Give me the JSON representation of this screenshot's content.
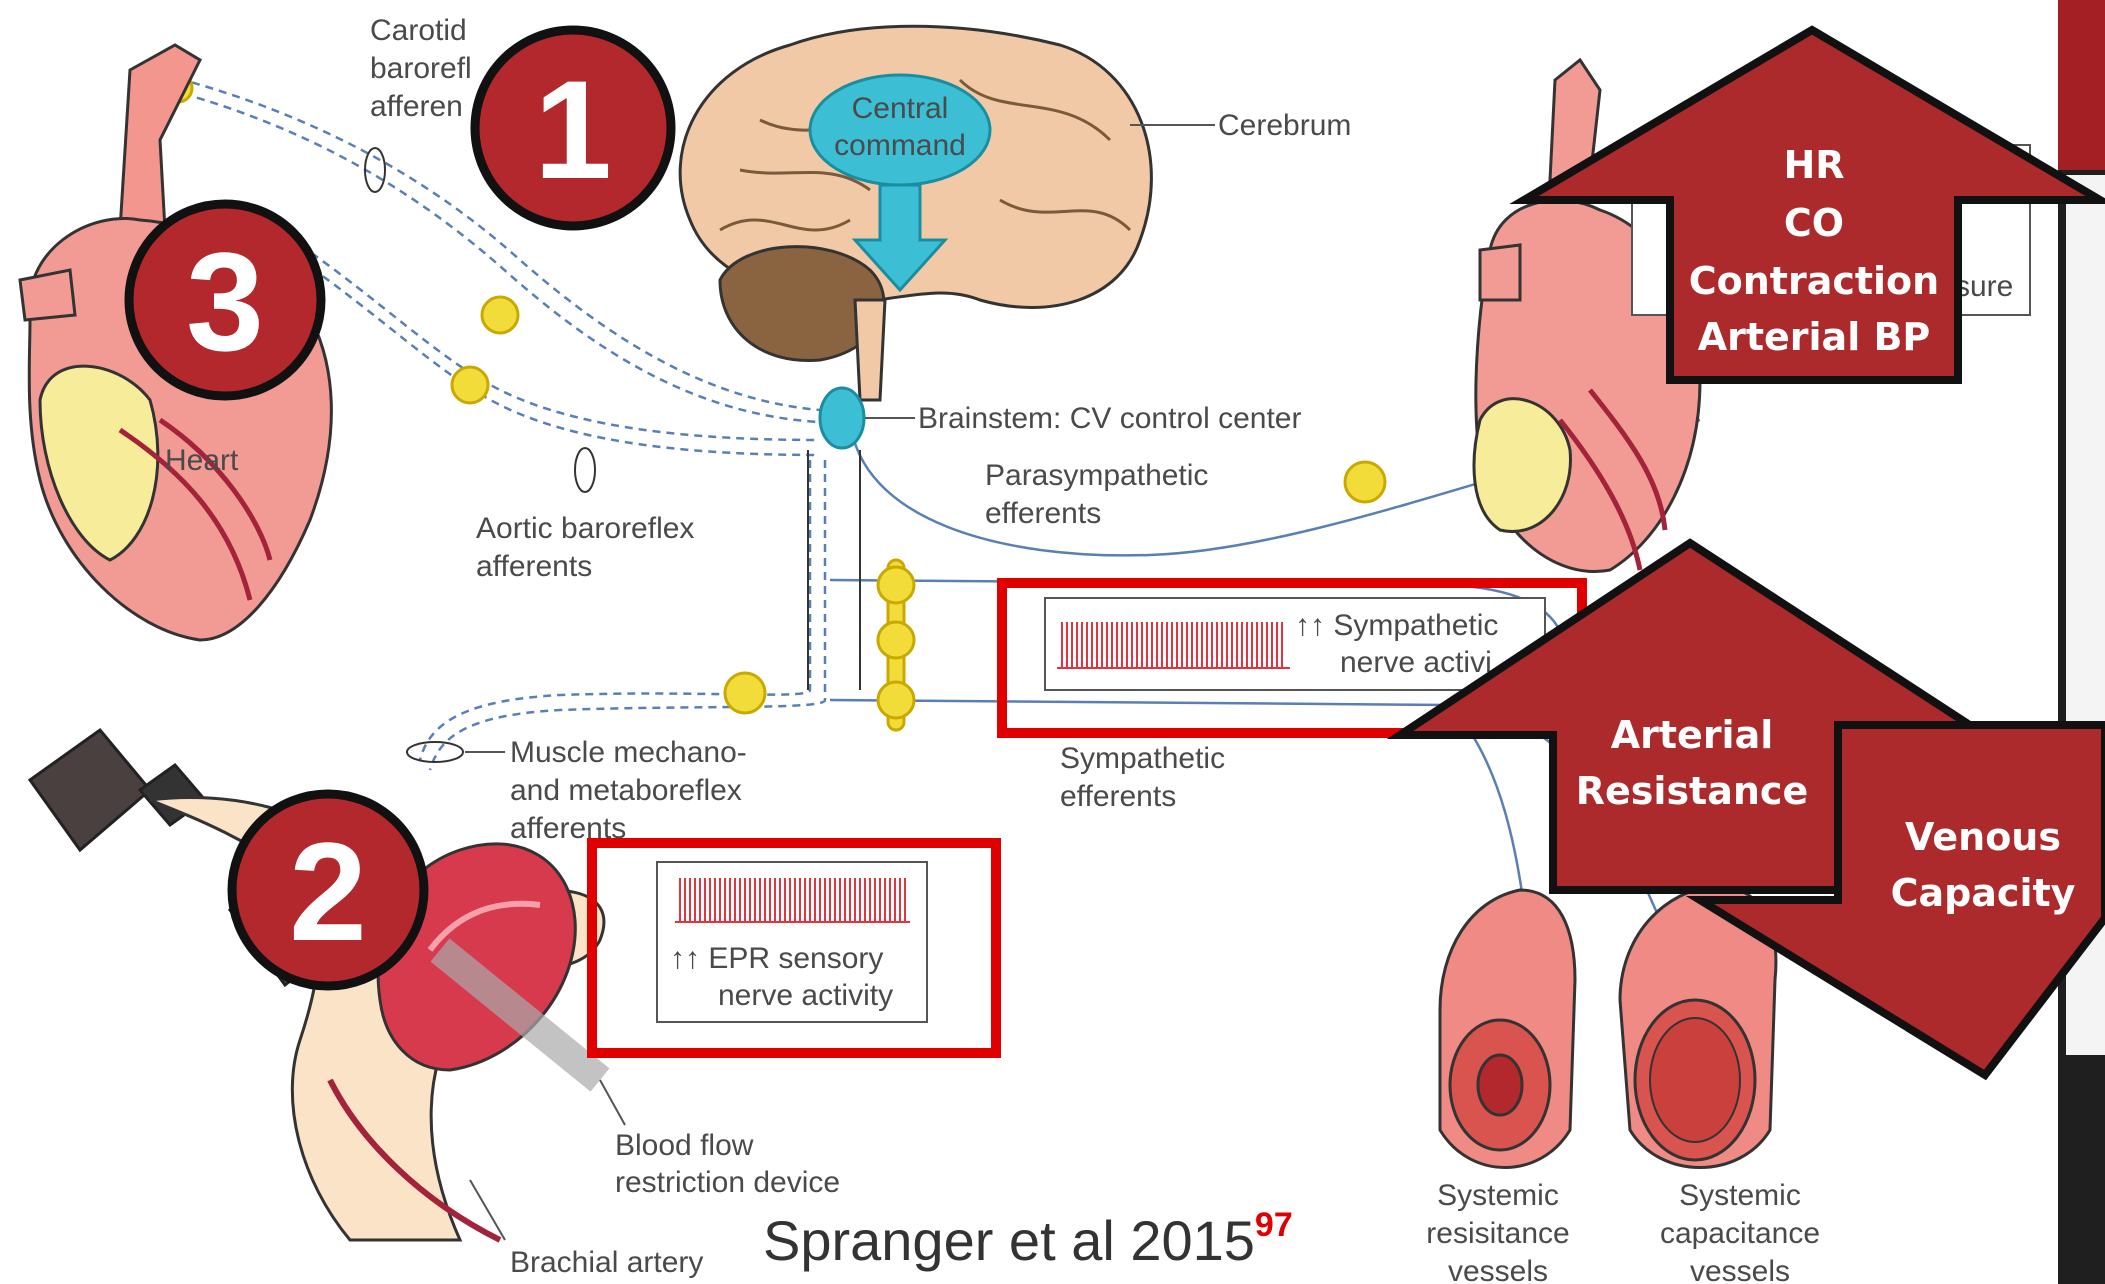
{
  "markers": [
    "1",
    "2",
    "3"
  ],
  "labels": {
    "carotid": [
      "Carotid",
      "barorefl",
      "afferen"
    ],
    "cerebrum": "Cerebrum",
    "central_command": [
      "Central",
      "command"
    ],
    "heart": "Heart",
    "brainstem": "Brainstem: CV control center",
    "parasympathetic": [
      "Parasympathetic",
      "efferents"
    ],
    "aortic": [
      "Aortic baroreflex",
      "afferents"
    ],
    "sympathetic_activity": [
      "↑↑ Sympathetic",
      "nerve activi"
    ],
    "sympathetic_efferents": [
      "Sympathetic",
      "efferents"
    ],
    "muscle": [
      "Muscle mechano-",
      "and metaboreflex",
      "afferents"
    ],
    "epr": [
      "↑↑ EPR sensory",
      "nerve activity"
    ],
    "blood_flow": [
      "Blood flow",
      "restriction device"
    ],
    "brachial": "Brachial artery",
    "resistance_vessels": [
      "Systemic",
      "resisitance",
      "vessels"
    ],
    "capacitance_vessels": [
      "Systemic",
      "capacitance",
      "vessels"
    ],
    "pressure_fragment": "sure"
  },
  "arrows": {
    "heart_up": [
      "HR",
      "CO",
      "Contraction",
      "Arterial BP"
    ],
    "resistance_up": [
      "Arterial",
      "Resistance"
    ],
    "venous_down": [
      "Venous",
      "Capacity"
    ]
  },
  "citation": {
    "text": "Spranger et al 2015",
    "ref": "97"
  },
  "colors": {
    "marker": "#b3282d",
    "arrow": "#ad2a2c",
    "highlight": "#e00000",
    "nerve": "#5a7fb5"
  }
}
